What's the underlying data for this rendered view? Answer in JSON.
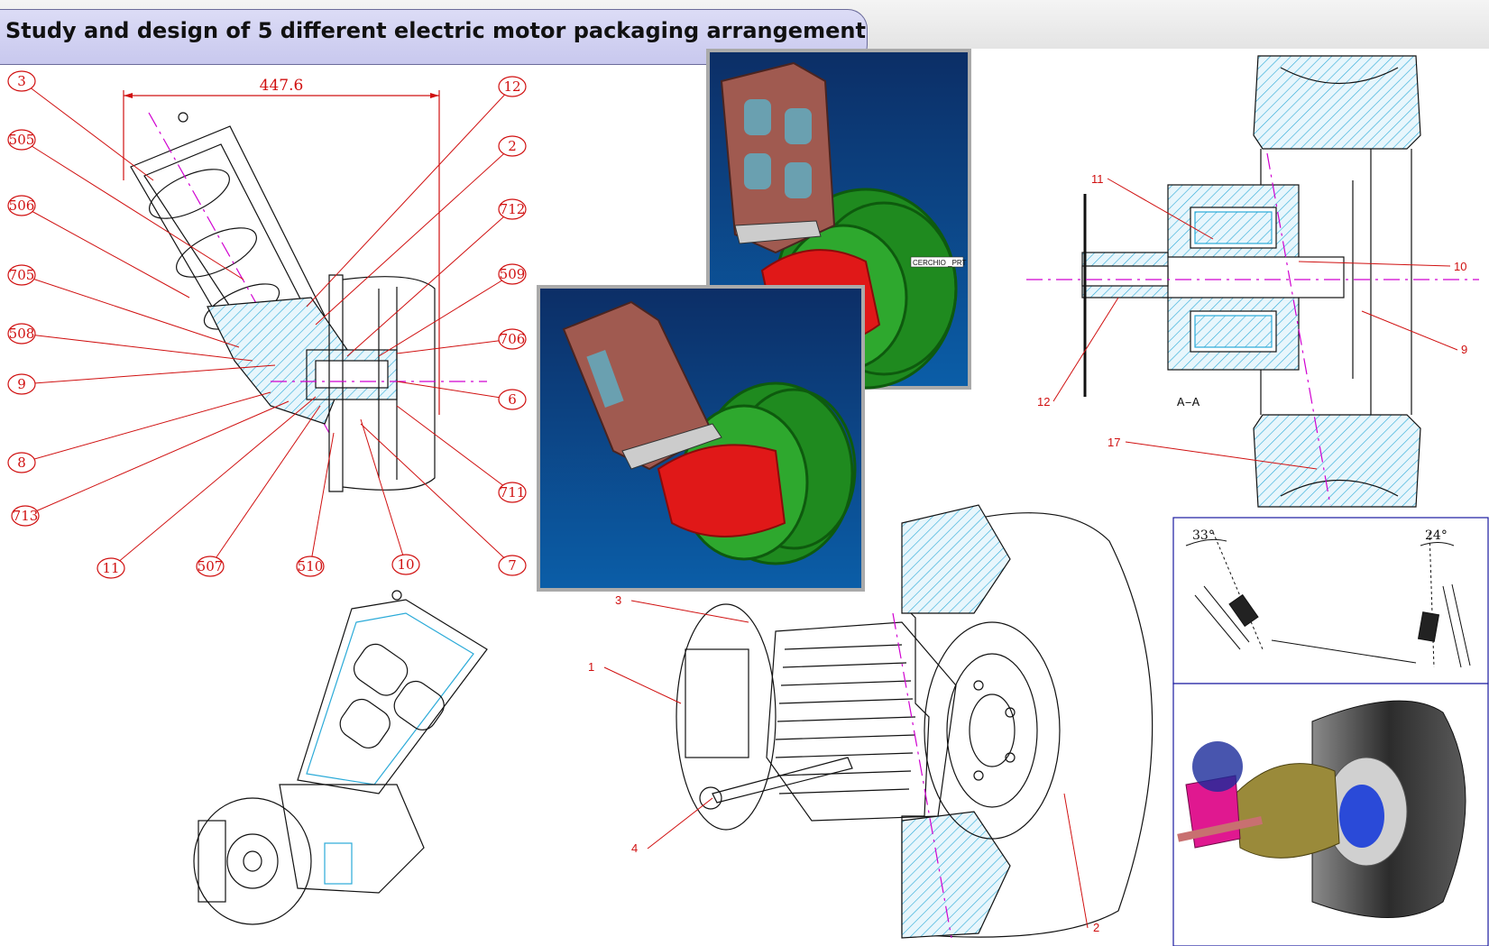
{
  "title": "Study and design of 5 different electric motor packaging arrangement",
  "section_a": {
    "dimension": "447.6",
    "balloons_left": [
      "3",
      "505",
      "506",
      "705",
      "508",
      "9",
      "8",
      "713"
    ],
    "balloons_right": [
      "12",
      "2",
      "712",
      "509",
      "706",
      "6",
      "711",
      "7"
    ],
    "balloons_bottom": [
      "11",
      "507",
      "510",
      "10"
    ]
  },
  "render_label": "CERCHIO _PRT",
  "section_b": {
    "labels": [
      "11",
      "10",
      "9",
      "12",
      "17"
    ],
    "section_name": "A–A"
  },
  "angles": {
    "left": "33°",
    "right": "24°"
  },
  "iso_callouts": [
    "3",
    "1",
    "4",
    "2"
  ],
  "colors": {
    "accent_red": "#d01010",
    "title_bg": "#cfcff2",
    "render_bg": "#0a3a78",
    "hatch": "#2aaad8"
  }
}
